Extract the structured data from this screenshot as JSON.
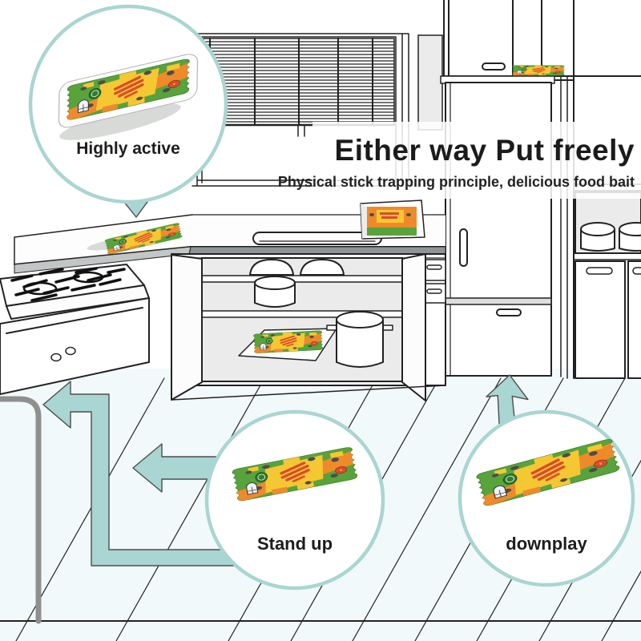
{
  "header": {
    "title": "Either way Put freely",
    "subtitle": "Physical stick trapping principle, delicious food bait"
  },
  "callouts": [
    {
      "id": "highly-active",
      "label": "Highly active"
    },
    {
      "id": "stand-up",
      "label": "Stand up"
    },
    {
      "id": "downplay",
      "label": "downplay"
    }
  ],
  "colors": {
    "accent": "#a9d5d2",
    "line": "#222222",
    "floor": "#f2f9fa",
    "counter-edge": "#8f9596",
    "trap-green": "#58a33c",
    "trap-green-dark": "#2f7d32",
    "trap-orange": "#ef8a2b",
    "trap-yellow": "#f5c732",
    "trap-red": "#dc4a2c",
    "mouse-gray": "#4c4c4c"
  }
}
